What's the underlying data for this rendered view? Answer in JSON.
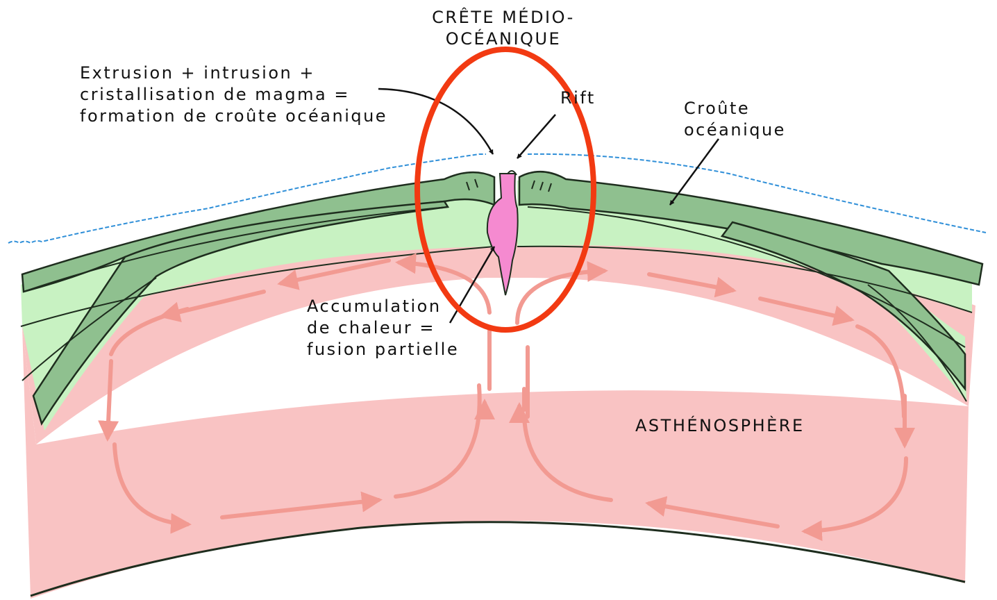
{
  "colors": {
    "water": "#2f8fd8",
    "crust": "#8fc08f",
    "crust_outline": "#1e2d1e",
    "lithosphere": "#c8f2c2",
    "asthenosphere": "#f9c3c3",
    "convection_arrows": "#f29a92",
    "magma": "#f58ad0",
    "highlight_ellipse": "#f23a12",
    "label_text": "#111111"
  },
  "labels": {
    "ridge": [
      "CRÊTE MÉDIO-",
      "OCÉANIQUE"
    ],
    "extrusion": [
      "Extrusion + intrusion +",
      "cristallisation de magma =",
      "formation de croûte océanique"
    ],
    "rift": "Rift",
    "crust": [
      "Croûte",
      "océanique"
    ],
    "accumulation": [
      "Accumulation",
      "de chaleur =",
      "fusion partielle"
    ],
    "asthenosphere": "ASTHÉNOSPHÈRE"
  },
  "highlight": {
    "shape": "ellipse",
    "target": "ridge"
  },
  "icons": [
    "label-pointer-arrow",
    "convection-arrow"
  ]
}
